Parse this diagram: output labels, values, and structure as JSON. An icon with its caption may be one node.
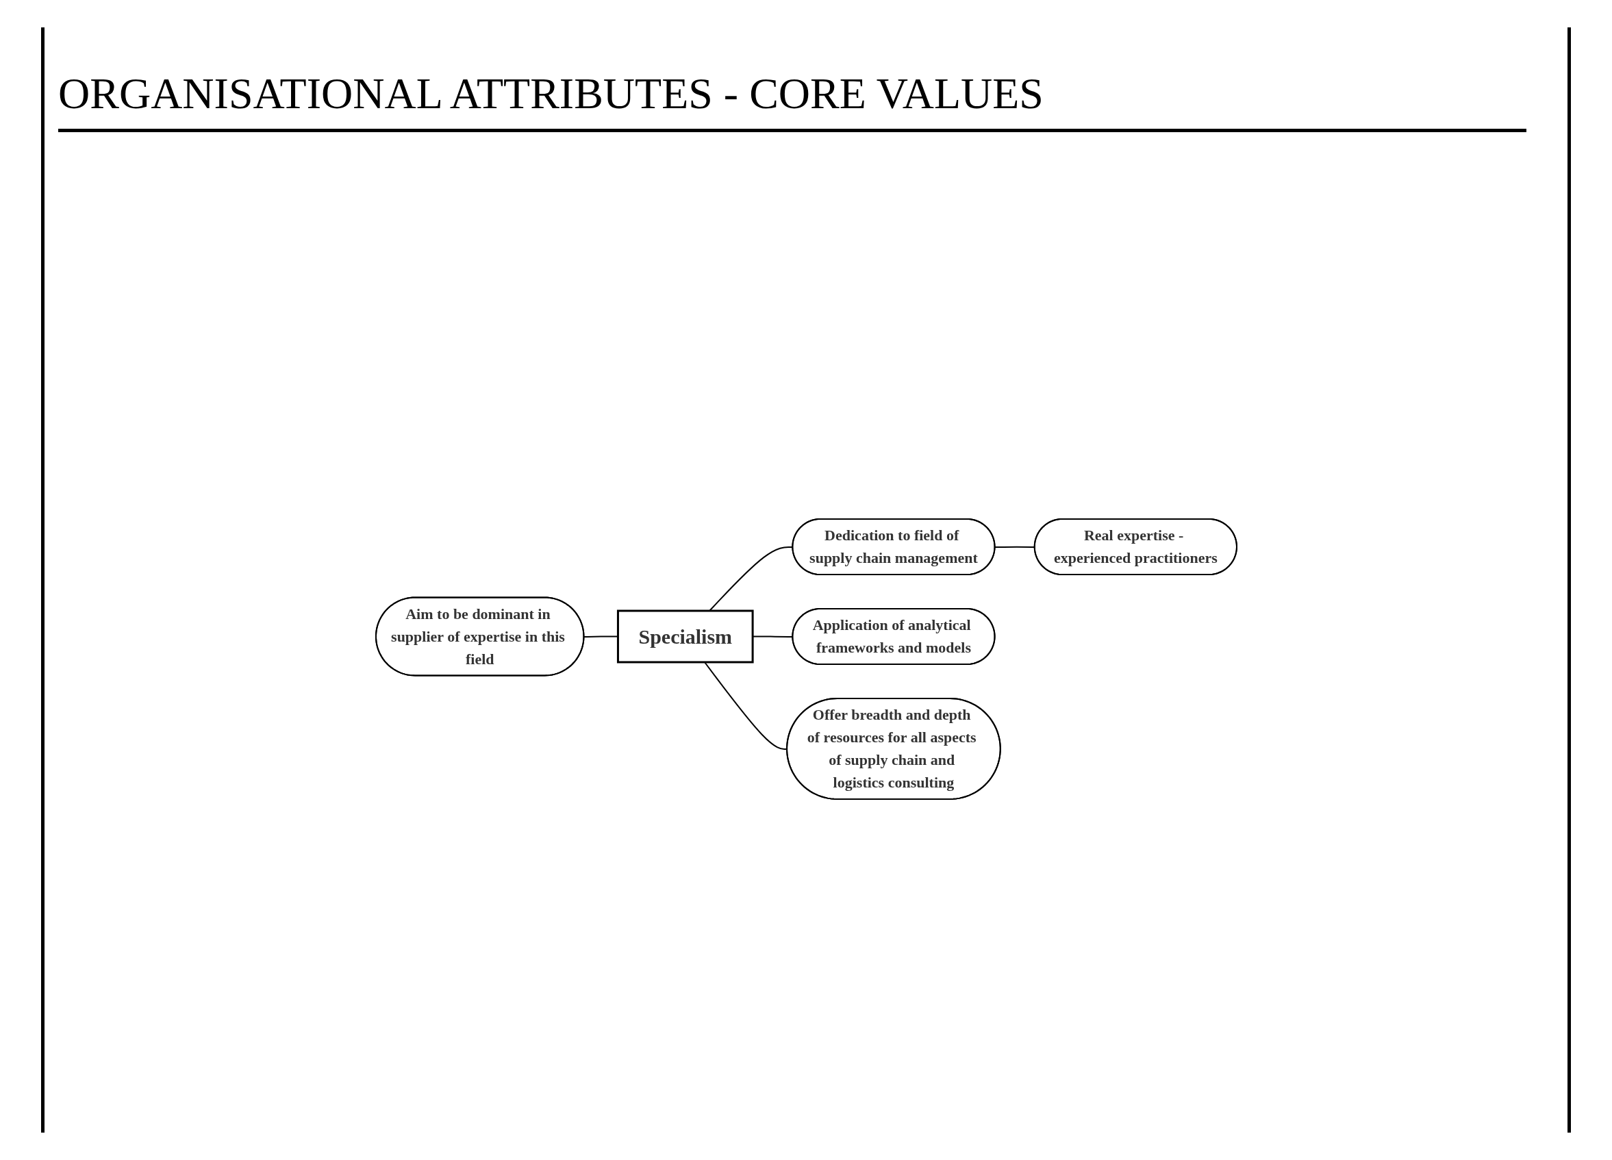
{
  "diagram": {
    "title": "ORGANISATIONAL ATTRIBUTES - CORE VALUES",
    "nodes": [
      {
        "text": [
          "Specialism"
        ]
      },
      {
        "text": [
          "Dedication to field of supply chain management"
        ]
      },
      {
        "text": [
          "Real expertise - experienced practitioners"
        ]
      },
      {
        "text": [
          "Aim to be dominant in supplier of expertise in this field"
        ]
      },
      {
        "text": [
          "Application of analytical frameworks and models"
        ]
      },
      {
        "text": [
          "Offer breadth and depth of resources for all aspects of supply chain and logistics consulting"
        ]
      }
    ],
    "edges": [
      {
        "from": 3,
        "to": 0,
        "arrow": "none"
      },
      {
        "from": 0,
        "to": 1,
        "arrow": "none"
      },
      {
        "from": 1,
        "to": 2,
        "arrow": "none"
      },
      {
        "from": 0,
        "to": 4,
        "arrow": "none"
      },
      {
        "from": 0,
        "to": 5,
        "arrow": "none"
      }
    ]
  }
}
